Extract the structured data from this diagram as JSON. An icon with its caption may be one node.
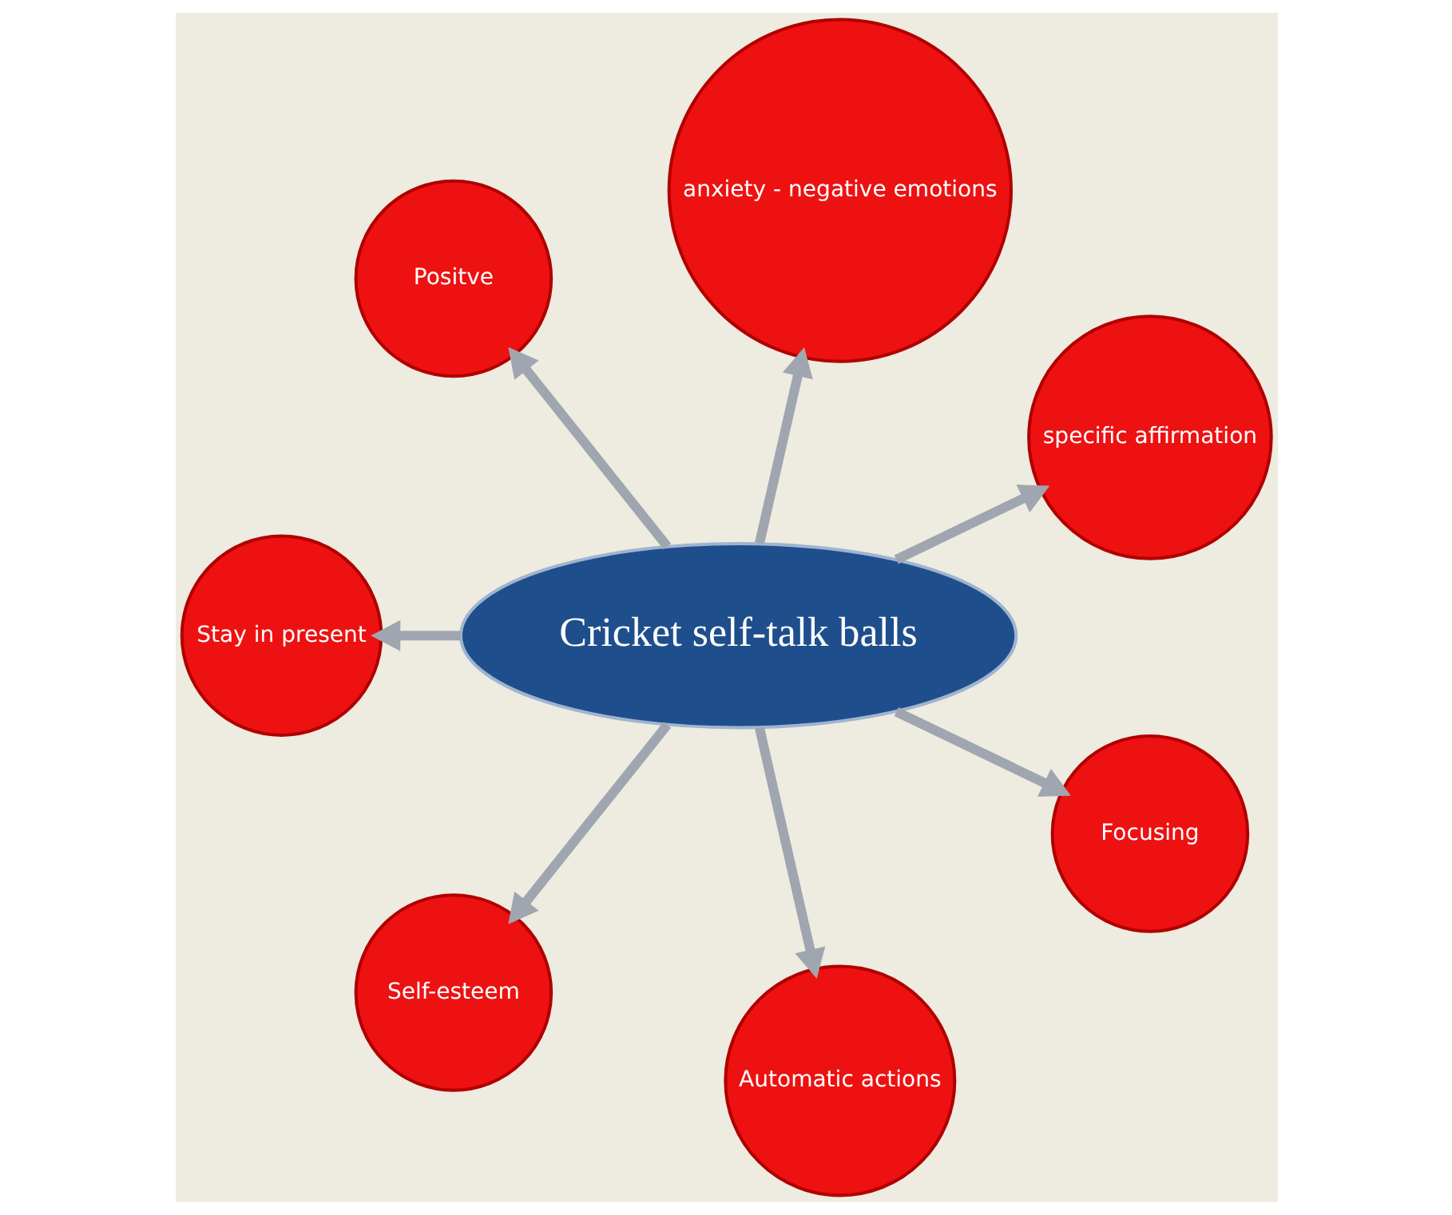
{
  "diagram": {
    "nodes": [
      {
        "text": [
          "Cricket self-talk balls"
        ]
      },
      {
        "text": [
          "specific affirmation"
        ]
      },
      {
        "text": [
          "anxiety - negative emotions"
        ]
      },
      {
        "text": [
          "Positve"
        ]
      },
      {
        "text": [
          "Stay in present"
        ]
      },
      {
        "text": [
          "Self-esteem"
        ]
      },
      {
        "text": [
          "Automatic actions"
        ]
      },
      {
        "text": [
          "Focusing"
        ]
      }
    ],
    "edges": [
      {
        "from": 0,
        "to": 1,
        "arrow": "to"
      },
      {
        "from": 0,
        "to": 2,
        "arrow": "to"
      },
      {
        "from": 0,
        "to": 3,
        "arrow": "to"
      },
      {
        "from": 0,
        "to": 4,
        "arrow": "to"
      },
      {
        "from": 0,
        "to": 5,
        "arrow": "to"
      },
      {
        "from": 0,
        "to": 6,
        "arrow": "to"
      },
      {
        "from": 0,
        "to": 7,
        "arrow": "to"
      }
    ]
  }
}
